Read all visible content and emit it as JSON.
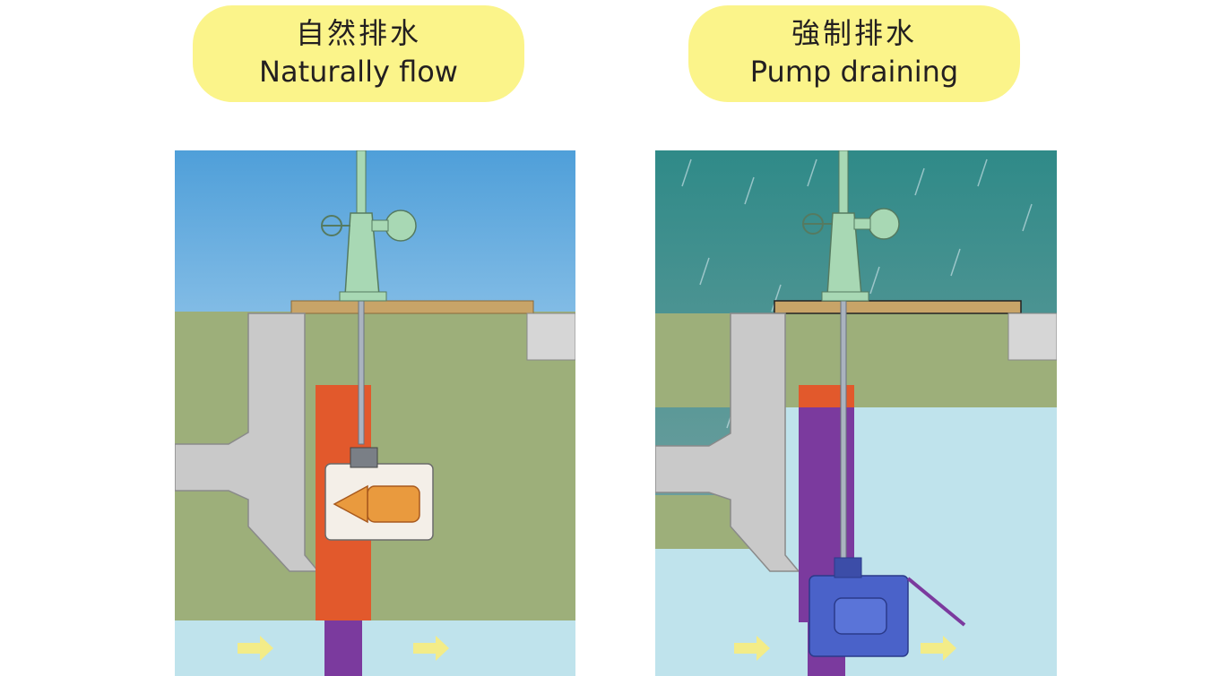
{
  "left": {
    "title_zh": "自然排水",
    "title_en": "Naturally flow"
  },
  "right": {
    "title_zh": "強制排水",
    "title_en": "Pump draining"
  },
  "colors": {
    "label_bg": "#fbf48a",
    "sky": "#5aa8dc",
    "rain_sky": "#3b8a8c",
    "ground": "#9daf7a",
    "water": "#bfe3ec",
    "concrete": "#c8c8c8",
    "gate_red": "#e2592c",
    "gate_purple": "#7b3a9e",
    "actuator_green": "#a8d8b4",
    "pump_orange": "#e99a3e",
    "pump_blue": "#4a62c9",
    "flow_arrow": "#f3ec88"
  }
}
